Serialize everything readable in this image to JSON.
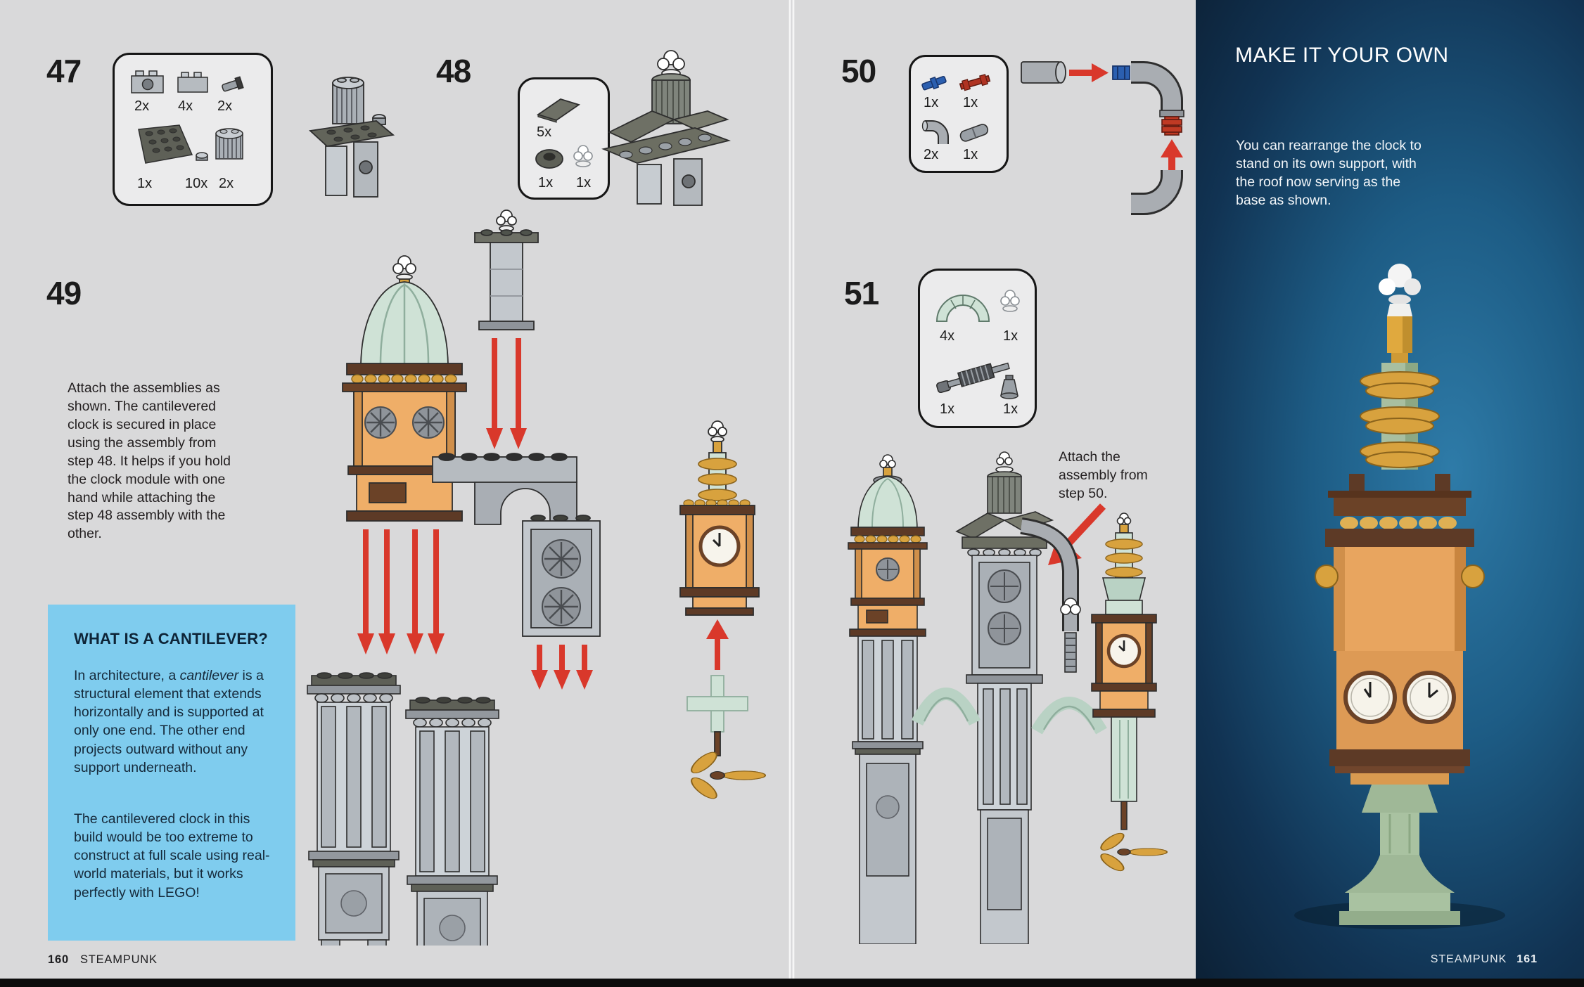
{
  "steps": {
    "s47": {
      "number": "47",
      "qty": [
        "2x",
        "4x",
        "2x",
        "1x",
        "10x",
        "2x"
      ]
    },
    "s48": {
      "number": "48",
      "qty": [
        "5x",
        "1x",
        "1x"
      ]
    },
    "s49": {
      "number": "49",
      "instruction": "Attach the assemblies as shown. The cantilevered clock is secured in place using the assembly from step 48. It helps if you hold the clock module with one hand while attaching the step 48 assembly with the other."
    },
    "s50": {
      "number": "50",
      "qty": [
        "1x",
        "1x",
        "2x",
        "1x"
      ]
    },
    "s51": {
      "number": "51",
      "qty": [
        "4x",
        "1x",
        "1x",
        "1x"
      ],
      "callout": "Attach the assembly from step 50."
    }
  },
  "cantilever_box": {
    "title": "WHAT IS A CANTILEVER?",
    "p1_pre": "In architecture, a ",
    "p1_italic": "cantilever",
    "p1_post": " is a structural element that extends horizontally and is supported at only one end. The other end projects outward without any support underneath.",
    "p2": "The cantilevered clock in this build would be too extreme to construct at full scale using real-world materials, but it works perfectly with LEGO!"
  },
  "sidebar": {
    "title": "MAKE IT YOUR OWN",
    "body": "You can rearrange the clock to stand on its own support, with the roof now serving as the base as shown."
  },
  "footers": {
    "left": {
      "page": "160",
      "section": "STEAMPUNK"
    },
    "right": {
      "section": "STEAMPUNK",
      "page": "161"
    }
  },
  "colors": {
    "page_bg": "#d9d9da",
    "info_box_bg": "#7fccee",
    "accent_red": "#d9382b",
    "panel_navy": "#0c2136",
    "panel_teal": "#2e7ba8",
    "lego_orange": "#efae68",
    "lego_sage": "#cfe2d6",
    "lego_gold": "#d8a23e",
    "lego_brown": "#5d3a26"
  }
}
